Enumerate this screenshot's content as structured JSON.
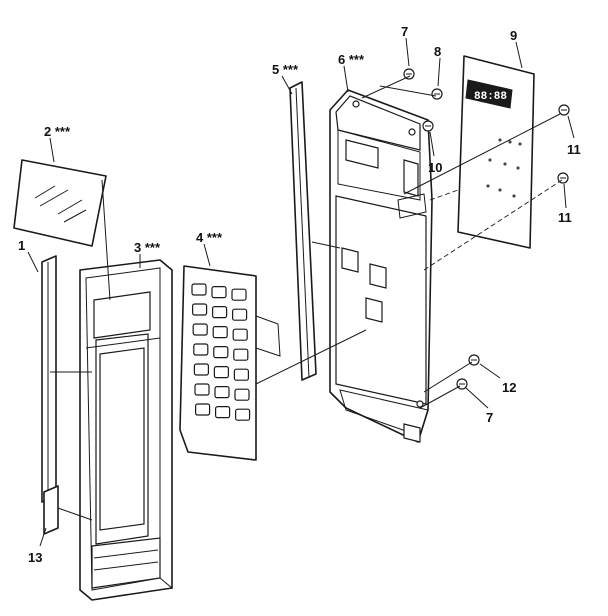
{
  "callouts": {
    "c1": "1",
    "c2": "2 ***",
    "c3": "3 ***",
    "c4": "4 ***",
    "c5": "5 ***",
    "c6": "6 ***",
    "c7a": "7",
    "c7b": "7",
    "c8": "8",
    "c9": "9",
    "c10": "10",
    "c11a": "11",
    "c11b": "11",
    "c12": "12",
    "c13": "13"
  },
  "display_readout": "88:88"
}
